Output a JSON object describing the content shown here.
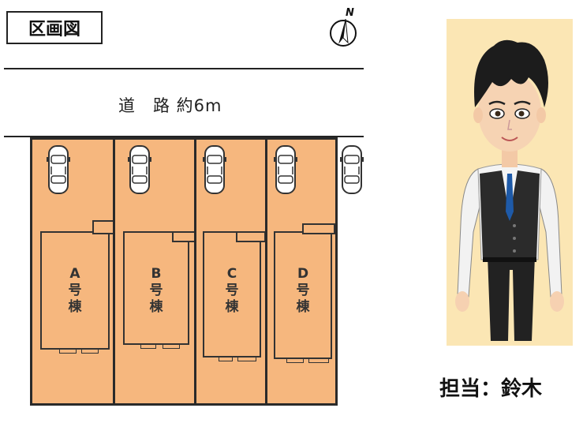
{
  "plan": {
    "title": "区画図",
    "compass_letter": "N",
    "road_label": "道　路 約6m",
    "lots": [
      {
        "id": "A",
        "label_letter": "A",
        "label_chars": [
          "号",
          "棟"
        ]
      },
      {
        "id": "B",
        "label_letter": "B",
        "label_chars": [
          "号",
          "棟"
        ]
      },
      {
        "id": "C",
        "label_letter": "C",
        "label_chars": [
          "号",
          "棟"
        ]
      },
      {
        "id": "D",
        "label_letter": "D",
        "label_chars": [
          "号",
          "棟"
        ]
      }
    ]
  },
  "agent": {
    "label": "担当：鈴木"
  },
  "colors": {
    "lot_fill": "#f6b77e",
    "outline": "#2a2a2a",
    "portrait_bg": "#fbe6b4"
  }
}
